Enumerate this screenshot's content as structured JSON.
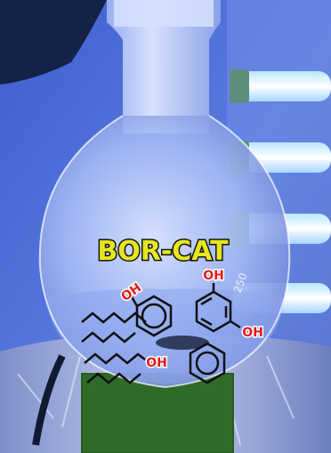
{
  "image": {
    "banner_text": "BOR-CAT",
    "flask_volume_mark": "250",
    "labels": {
      "phenol_oh": "OH",
      "resorcinol_oh_top": "OH",
      "resorcinol_oh_bottom": "OH",
      "alcohol_oh": "OH"
    },
    "colors": {
      "background_blue": "#4d6fd6",
      "banner_fill": "#e7e61e",
      "banner_outline": "#141414",
      "oh_red": "#e41b1b",
      "glass": "#c9d8ff",
      "uv_lamp": "#e9f6ff",
      "sponge_green": "#2f6b28"
    }
  }
}
